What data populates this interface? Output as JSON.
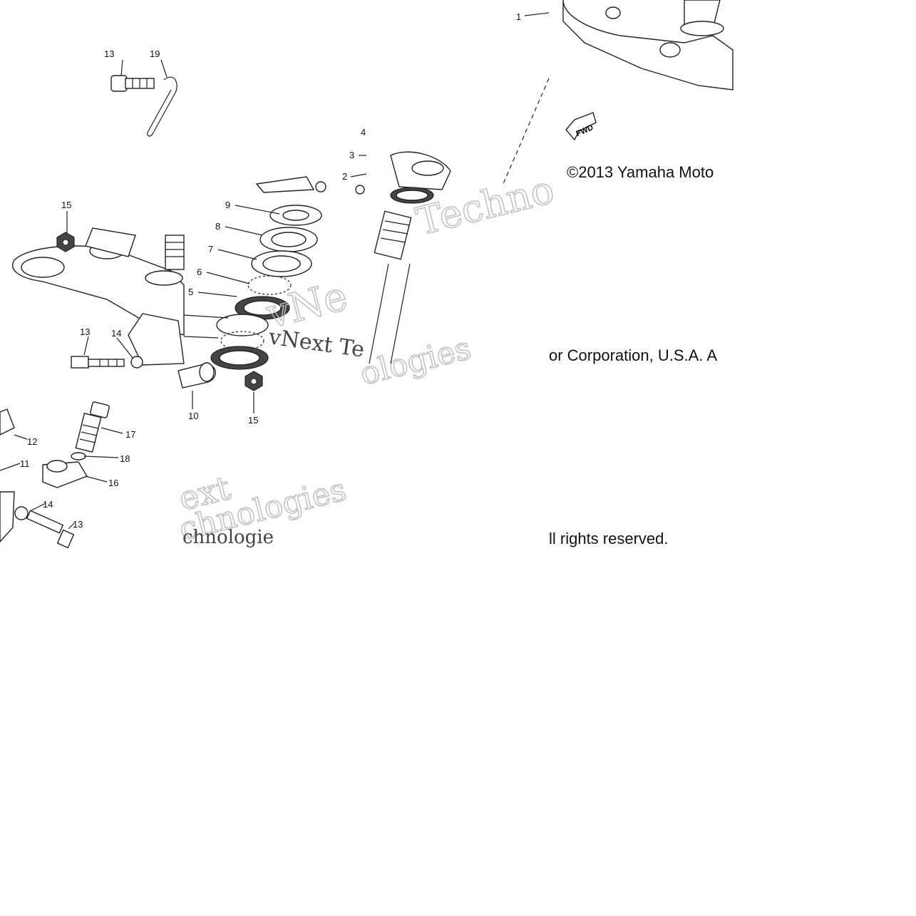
{
  "copyright": {
    "line1": "©2013 Yamaha Moto",
    "line2": "or Corporation, U.S.A. A",
    "line3": "ll rights reserved."
  },
  "fwd_label": "FWD",
  "watermarks": [
    {
      "text": "Techno"
    },
    {
      "text": "vNe"
    },
    {
      "text": "vNext Te"
    },
    {
      "text": "ologies"
    },
    {
      "text": "ext"
    },
    {
      "text": "chnologies"
    },
    {
      "text": "chnologie"
    }
  ],
  "callouts": [
    {
      "num": "1"
    },
    {
      "num": "2"
    },
    {
      "num": "3"
    },
    {
      "num": "4"
    },
    {
      "num": "5"
    },
    {
      "num": "6"
    },
    {
      "num": "7"
    },
    {
      "num": "8"
    },
    {
      "num": "9"
    },
    {
      "num": "10"
    },
    {
      "num": "11"
    },
    {
      "num": "12"
    },
    {
      "num": "13"
    },
    {
      "num": "13"
    },
    {
      "num": "13"
    },
    {
      "num": "14"
    },
    {
      "num": "14"
    },
    {
      "num": "15"
    },
    {
      "num": "15"
    },
    {
      "num": "16"
    },
    {
      "num": "17"
    },
    {
      "num": "18"
    },
    {
      "num": "19"
    }
  ]
}
